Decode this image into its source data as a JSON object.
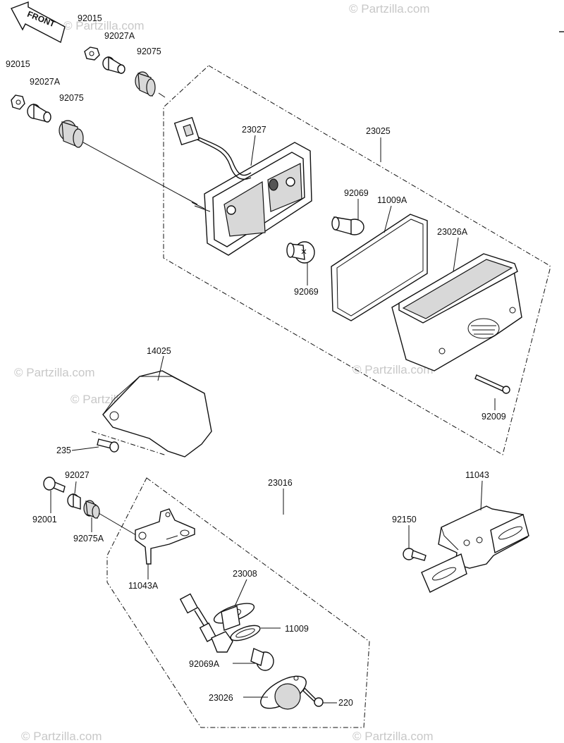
{
  "front_arrow_text": "FRONT",
  "watermarks": [
    "© Partzilla.com",
    "© Partzilla.com",
    "© Partzilla.com",
    "© Partzilla.com",
    "© Partzilla.com",
    "© Partzilla.com",
    "© Partzilla.com"
  ],
  "callouts": {
    "c92015_top": "92015",
    "c92027A_top": "92027A",
    "c92075_top": "92075",
    "c92015_left": "92015",
    "c92027A_left": "92027A",
    "c92075_left": "92075",
    "c23027": "23027",
    "c23025": "23025",
    "c92069_a": "92069",
    "c11009A": "11009A",
    "c23026A": "23026A",
    "c92069_b": "92069",
    "c14025": "14025",
    "c235": "235",
    "c92009": "92009",
    "c92027": "92027",
    "c92001": "92001",
    "c92075A": "92075A",
    "c23016": "23016",
    "c11043A": "11043A",
    "c23008": "23008",
    "c11009": "11009",
    "c92069A": "92069A",
    "c23026": "23026",
    "c220": "220",
    "c11043": "11043",
    "c92150": "92150"
  }
}
